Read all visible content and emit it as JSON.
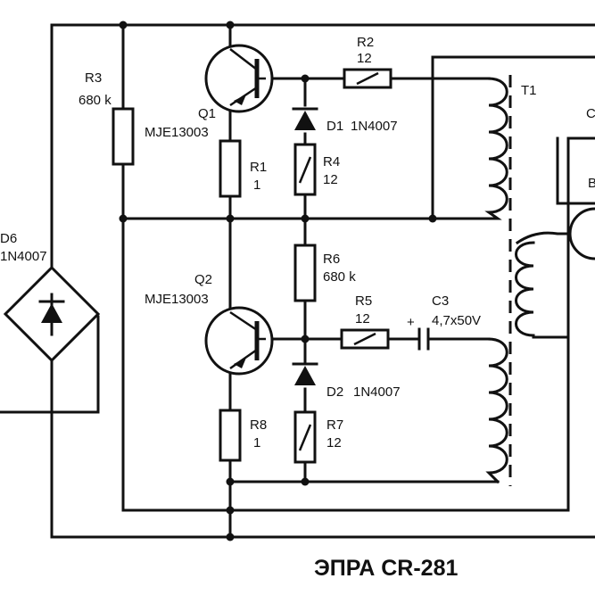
{
  "title": "ЭПРА CR-281",
  "components": {
    "r3": {
      "ref": "R3",
      "value": "680 k"
    },
    "q1": {
      "ref": "Q1",
      "value": "MJE13003"
    },
    "r1": {
      "ref": "R1",
      "value": "1"
    },
    "d1": {
      "ref": "D1",
      "value": "1N4007"
    },
    "r4": {
      "ref": "R4",
      "value": "12"
    },
    "r2": {
      "ref": "R2",
      "value": "12"
    },
    "t1": {
      "ref": "T1"
    },
    "d6": {
      "ref": "D6",
      "value": "1N4007"
    },
    "q2": {
      "ref": "Q2",
      "value": "MJE13003"
    },
    "r6": {
      "ref": "R6",
      "value": "680 k"
    },
    "r5": {
      "ref": "R5",
      "value": "12"
    },
    "c3": {
      "ref": "C3",
      "value": "4,7x50V",
      "polarity": "+"
    },
    "d2": {
      "ref": "D2",
      "value": "1N4007"
    },
    "r8": {
      "ref": "R8",
      "value": "1"
    },
    "r7": {
      "ref": "R7",
      "value": "12"
    },
    "partial_c": {
      "ref": "C"
    },
    "partial_b": {
      "ref": "B"
    }
  }
}
